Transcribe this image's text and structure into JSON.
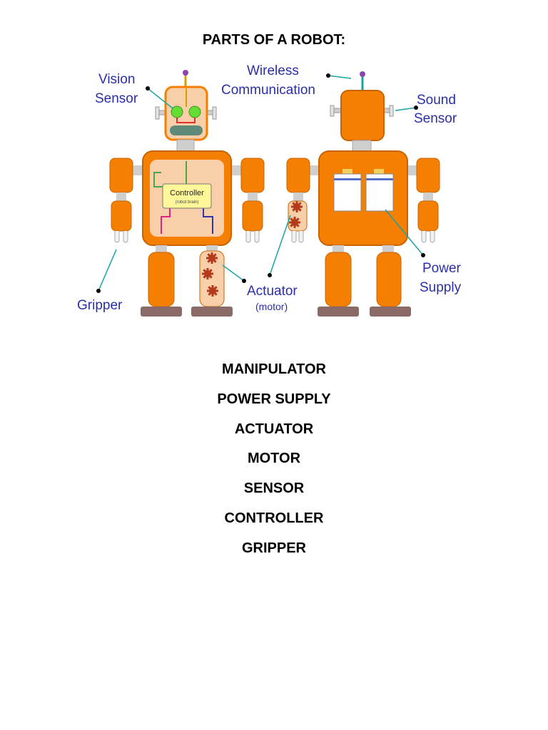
{
  "title": "PARTS OF A ROBOT:",
  "diagram": {
    "labels": {
      "vision_sensor": [
        "Vision",
        "Sensor"
      ],
      "wireless_communication": [
        "Wireless",
        "Communication"
      ],
      "sound_sensor": [
        "Sound",
        "Sensor"
      ],
      "gripper": "Gripper",
      "actuator": "Actuator",
      "actuator_sub": "(motor)",
      "power_supply": [
        "Power",
        "Supply"
      ],
      "controller": "Controller",
      "controller_sub": "(robot brain)"
    },
    "colors": {
      "body": "#f47f00",
      "body_outline": "#c86400",
      "label": "#2b2fa6",
      "leader": "#1aa3a3",
      "joint": "#cfcfcf",
      "foot": "#8a6a66",
      "controller_fill": "#fff79a",
      "panel": "#f8cfa8",
      "gear": "#b33a1a",
      "eye": "#66dd33"
    }
  },
  "parts": [
    "MANIPULATOR",
    "POWER SUPPLY",
    "ACTUATOR",
    "MOTOR",
    "SENSOR",
    "CONTROLLER",
    "GRIPPER"
  ]
}
